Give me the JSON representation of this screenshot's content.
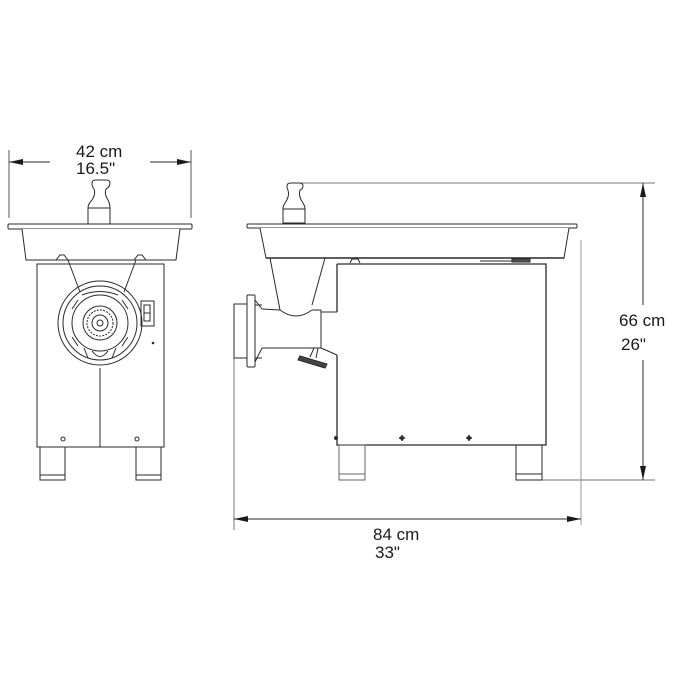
{
  "diagram": {
    "subject": "meat grinder dimension drawing",
    "views": [
      "front-view",
      "side-view"
    ],
    "line_color": "#2a2a2a",
    "light_line_color": "#8a8a8a"
  },
  "dimensions": {
    "width": {
      "metric": "42 cm",
      "imperial": "16.5\""
    },
    "height": {
      "metric": "66 cm",
      "imperial": "26\""
    },
    "depth": {
      "metric": "84 cm",
      "imperial": "33\""
    }
  }
}
